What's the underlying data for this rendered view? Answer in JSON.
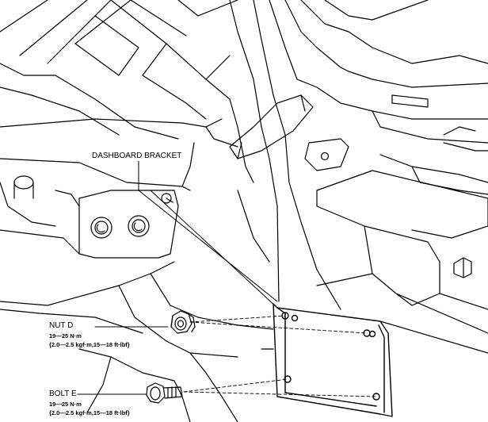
{
  "labels": {
    "bracket": "DASHBOARD BRACKET",
    "nut": {
      "name": "NUT D",
      "torque_nm": "19—25 N·m",
      "torque_alt": "{2.0—2.5 kgf·m,15—18 ft·lbf}"
    },
    "bolt": {
      "name": "BOLT E",
      "torque_nm": "19—25 N·m",
      "torque_alt": "{2.0—2.5 kgf·m,15—18 ft·lbf}"
    }
  },
  "colors": {
    "line": "#000000",
    "background": "#ffffff"
  }
}
